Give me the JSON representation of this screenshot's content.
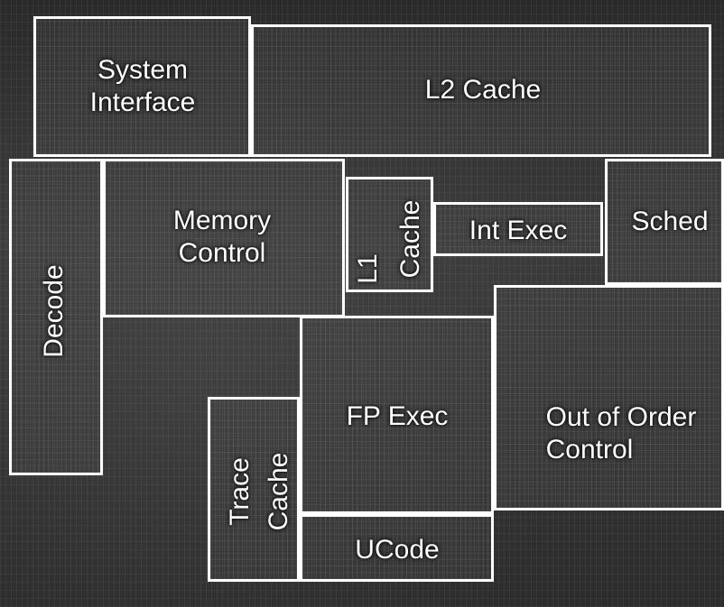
{
  "blocks": {
    "system_interface": {
      "line1": "System",
      "line2": "Interface"
    },
    "l2_cache": "L2 Cache",
    "decode": "Decode",
    "memory_control": {
      "line1": "Memory",
      "line2": "Control"
    },
    "l1_cache": {
      "part1": "L1",
      "part2": "Cache"
    },
    "int_exec": "Int Exec",
    "sched": "Sched",
    "fp_exec": "FP Exec",
    "out_of_order_control": {
      "line1": "Out of Order",
      "line2": "Control"
    },
    "trace_cache": {
      "part1": "Trace",
      "part2": "Cache"
    },
    "ucode": "UCode"
  }
}
